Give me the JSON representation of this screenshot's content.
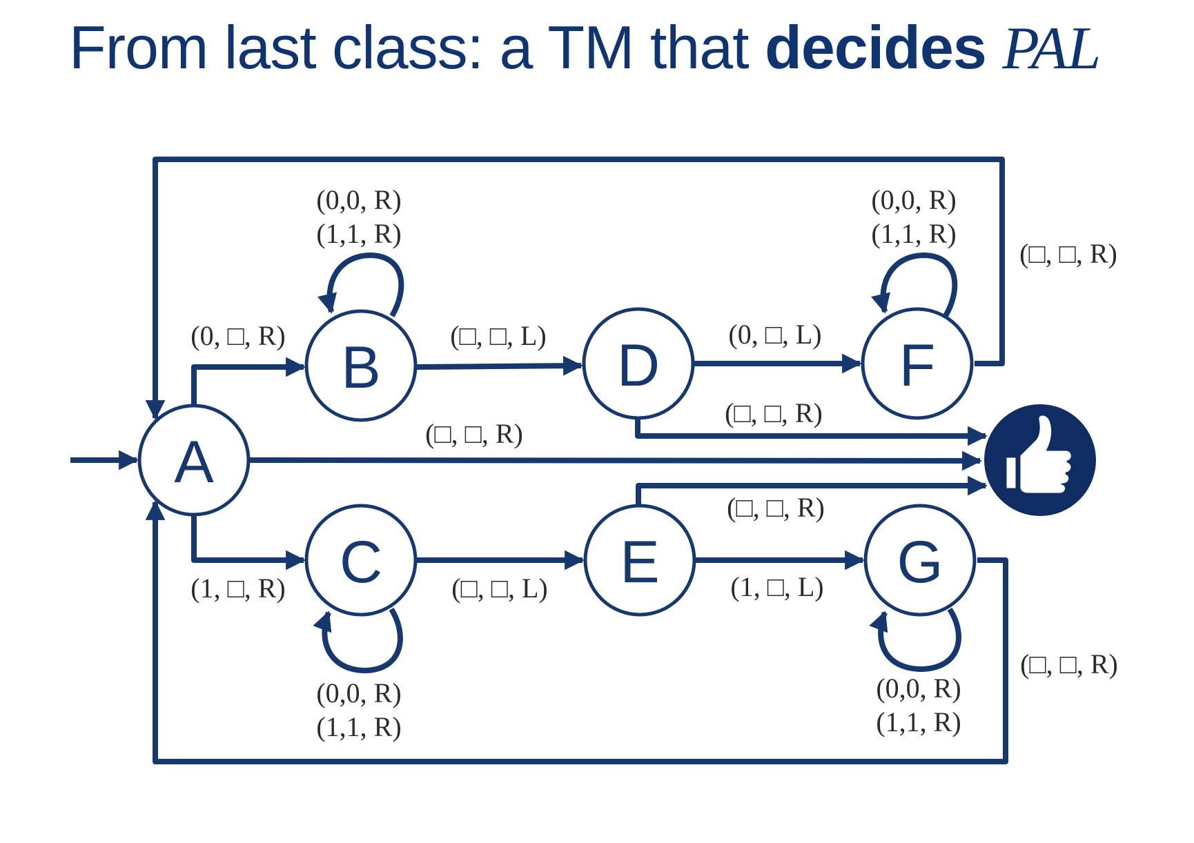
{
  "title": {
    "prefix": "From last class: a TM that ",
    "bold": "decides",
    "math": "PAL"
  },
  "colors": {
    "primary": "#17386f",
    "title": "#0f3470",
    "label": "#2b2b2b"
  },
  "states": {
    "A": "A",
    "B": "B",
    "C": "C",
    "D": "D",
    "E": "E",
    "F": "F",
    "G": "G"
  },
  "accept_state": {
    "icon": "thumbs-up-icon"
  },
  "transitions": {
    "a_b": "(0, □, R)",
    "a_c": "(1, □, R)",
    "a_accept": "(□, □, R)",
    "b_loop_1": "(0,0, R)",
    "b_loop_2": "(1,1, R)",
    "b_d": "(□, □, L)",
    "c_loop_1": "(0,0, R)",
    "c_loop_2": "(1,1, R)",
    "c_e": "(□, □, L)",
    "d_f": "(0, □, L)",
    "d_accept": "(□, □, R)",
    "e_g": "(1, □, L)",
    "e_accept": "(□, □, R)",
    "f_loop_1": "(0,0, R)",
    "f_loop_2": "(1,1, R)",
    "f_a": "(□, □, R)",
    "g_loop_1": "(0,0, R)",
    "g_loop_2": "(1,1, R)",
    "g_a": "(□, □, R)"
  }
}
